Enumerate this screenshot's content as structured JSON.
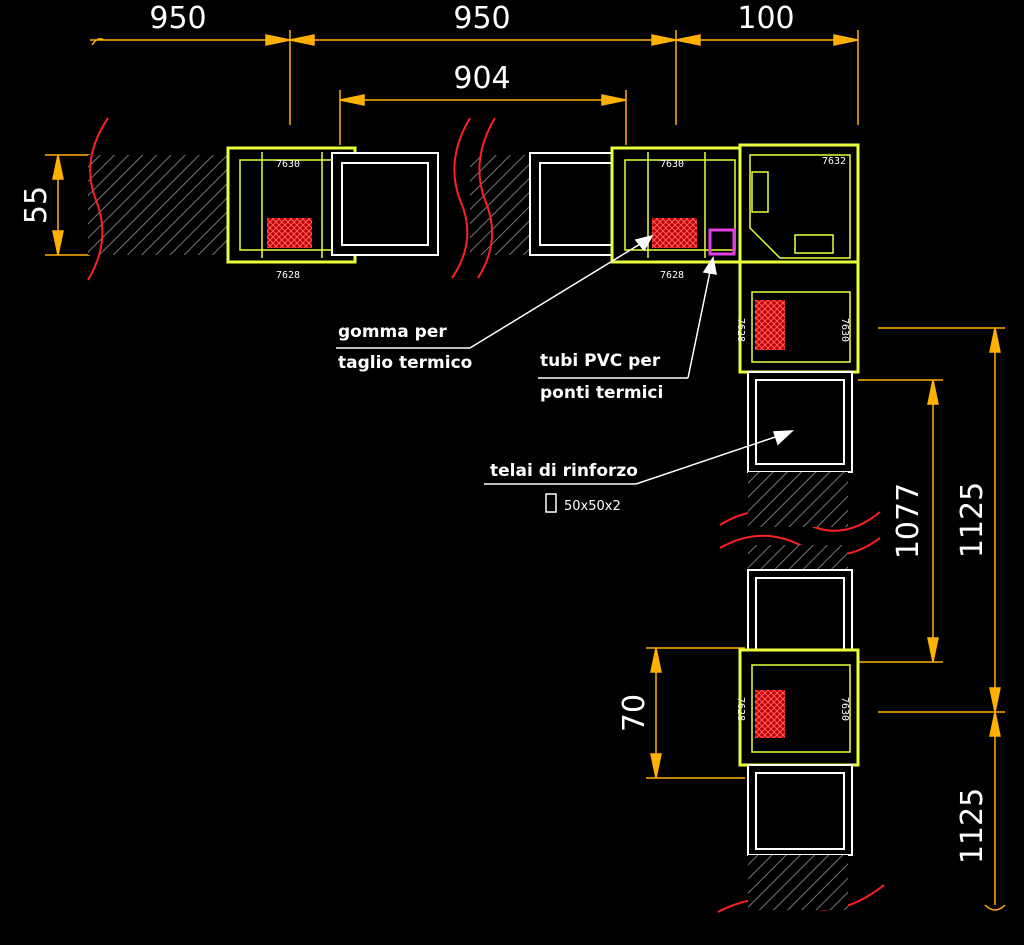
{
  "dimensions": {
    "top_left": "950",
    "top_middle": "950",
    "top_right": "100",
    "inner_top": "904",
    "left_height": "55",
    "right_inner": "1077",
    "right_upper": "1125",
    "right_lower": "1125",
    "bottom_left": "70"
  },
  "profile_codes": {
    "top_left_upper": "7630",
    "top_left_lower": "7628",
    "top_right_upper": "7630",
    "top_right_lower": "7628",
    "corner": "7632",
    "vertical_upper_a": "7628",
    "vertical_upper_b": "7630",
    "vertical_lower_a": "7628",
    "vertical_lower_b": "7630"
  },
  "annotations": {
    "gasket_line1": "gomma per",
    "gasket_line2": "taglio termico",
    "pvc_line1": "tubi PVC per",
    "pvc_line2": "ponti termici",
    "frame_line1": "telai di rinforzo",
    "frame_size": "50x50x2"
  },
  "colors": {
    "background": "#000000",
    "dimension": "#ffb000",
    "profile": "#e8ff3a",
    "gasket": "#ff2020",
    "pvc": "#e040e0",
    "cut": "#ff2020"
  }
}
